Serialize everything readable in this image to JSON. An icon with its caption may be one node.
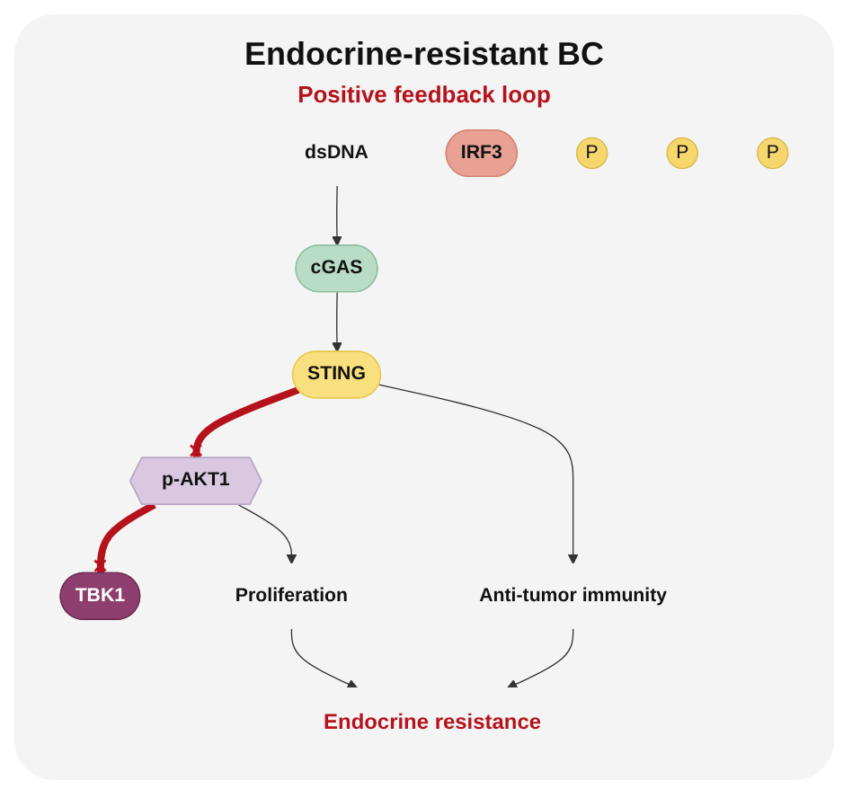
{
  "diagram": {
    "title": "Endocrine-resistant BC",
    "nodes": [
      {
        "text": [
          "dsDNA"
        ]
      },
      {
        "text": [
          "cGAS"
        ]
      },
      {
        "text": [
          "STING"
        ]
      },
      {
        "text": [
          "IRF3"
        ]
      },
      {
        "text": [
          "TBK1"
        ]
      },
      {
        "text": [
          "P"
        ]
      },
      {
        "text": [
          "P"
        ]
      },
      {
        "text": [
          "P"
        ]
      },
      {
        "text": [
          "p-AKT1"
        ]
      },
      {
        "text": [
          "Anti-tumor immunity"
        ]
      },
      {
        "text": [
          "Proliferation"
        ]
      },
      {
        "text": [
          "Endocrine resistance"
        ]
      }
    ],
    "edges": [
      {
        "from": 0,
        "to": 1,
        "arrow": "to"
      },
      {
        "from": 1,
        "to": 2,
        "arrow": "to"
      },
      {
        "from": 2,
        "to": 8,
        "arrow": "other",
        "style": "thick",
        "color": "#b5121b"
      },
      {
        "from": 8,
        "to": 4,
        "arrow": "other",
        "style": "thick",
        "color": "#b5121b"
      },
      {
        "from": 2,
        "to": 9,
        "arrow": "to"
      },
      {
        "from": 8,
        "to": 10,
        "arrow": "to"
      },
      {
        "from": 9,
        "to": 11,
        "arrow": "to"
      },
      {
        "from": 10,
        "to": 11,
        "arrow": "to"
      }
    ],
    "labels": [
      "Positive feedback loop"
    ]
  }
}
